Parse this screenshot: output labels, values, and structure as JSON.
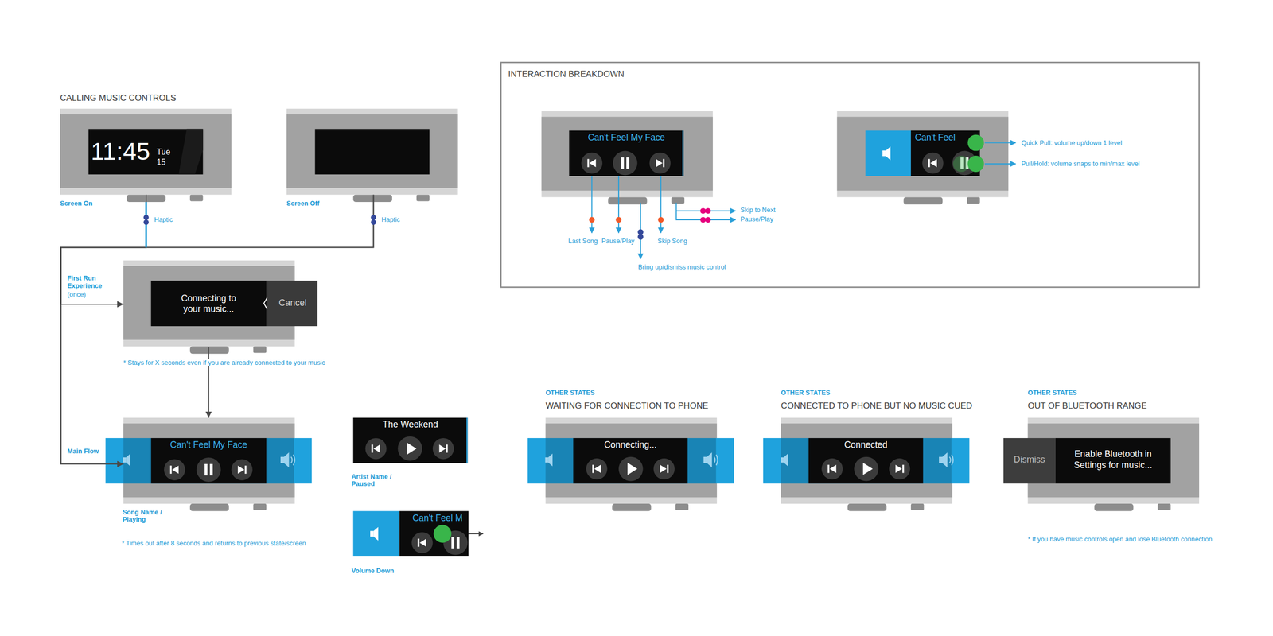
{
  "diagram": {
    "nodes": [
      {
        "text": [
          "11:45",
          "Tue 15",
          "Screen On"
        ]
      },
      {
        "text": [
          "Screen Off"
        ]
      },
      {
        "text": [
          "INTERACTION BREAKDOWN"
        ]
      },
      {
        "text": [
          "Can't Feel My Face"
        ],
        "in": 2
      },
      {
        "text": [
          "Can't Feel"
        ],
        "in": 2
      },
      {
        "text": [
          "Connecting to your music..."
        ]
      },
      {
        "text": [
          "Cancel"
        ],
        "in": 5
      },
      {
        "text": [
          "Can't Feel My Face",
          "Song Name / Playing"
        ]
      },
      {
        "text": [
          "The Weekend",
          "Artist Name / Paused"
        ]
      },
      {
        "text": [
          "Can't Feel M",
          "Volume Down"
        ]
      },
      {
        "text": [
          "OTHER STATES",
          "WAITING FOR CONNECTION TO PHONE",
          "Connecting..."
        ]
      },
      {
        "text": [
          "OTHER STATES",
          "CONNECTED TO PHONE BUT NO MUSIC CUED",
          "Connected"
        ]
      },
      {
        "text": [
          "OTHER STATES",
          "OUT OF BLUETOOTH RANGE",
          "Enable Bluetooth in Settings for music..."
        ]
      },
      {
        "text": [
          "Dismiss"
        ],
        "in": 12
      }
    ],
    "edges": [
      {
        "from": 0,
        "to": 5,
        "arrow": "to"
      },
      {
        "from": 0,
        "to": 7,
        "arrow": "to"
      },
      {
        "from": 1,
        "to": 5,
        "arrow": "to"
      },
      {
        "from": 1,
        "to": 7,
        "arrow": "to"
      },
      {
        "from": 5,
        "to": 7,
        "arrow": "to"
      }
    ],
    "labels": [
      "CALLING MUSIC CONTROLS",
      "Haptic",
      "Haptic",
      "First Run Experience",
      "(once)",
      "Main Flow",
      "* Stays for X seconds even if you are already connected to your music",
      "* Times out after 8 seconds and returns to previous state/screen",
      "Last Song",
      "Pause/Play",
      "Skip Song",
      "Bring up/dismiss music control",
      "Skip to Next",
      "Pause/Play",
      "Quick Pull: volume up/down 1 level",
      "Pull/Hold: volume snaps to min/max level",
      "* If you have music controls open and lose Bluetooth connection"
    ]
  }
}
